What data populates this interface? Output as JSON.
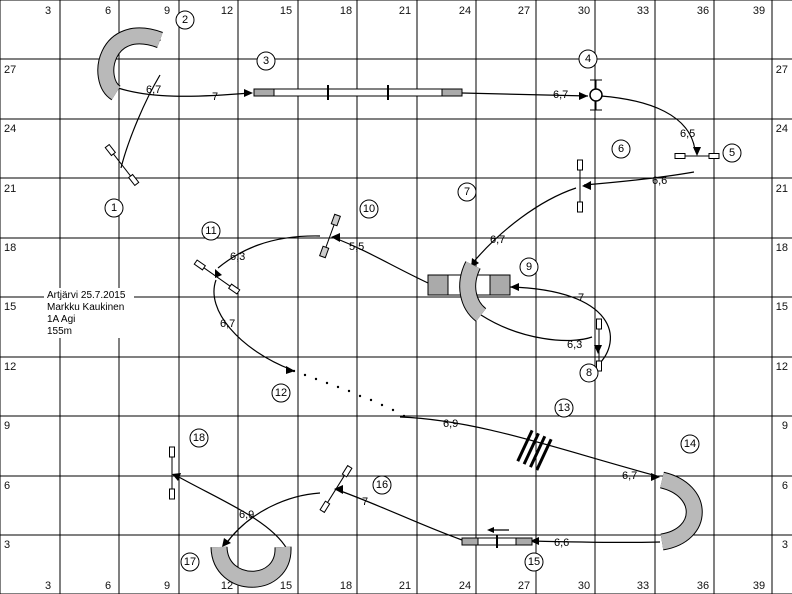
{
  "grid": {
    "x_top": [
      "3",
      "6",
      "9",
      "12",
      "15",
      "18",
      "21",
      "24",
      "27",
      "30",
      "33",
      "36",
      "39"
    ],
    "x_bottom": [
      "3",
      "6",
      "9",
      "12",
      "15",
      "18",
      "21",
      "24",
      "27",
      "30",
      "33",
      "36",
      "39"
    ],
    "y_left": [
      "27",
      "24",
      "21",
      "18",
      "15",
      "12",
      "9",
      "6",
      "3"
    ],
    "y_right": [
      "27",
      "24",
      "21",
      "18",
      "15",
      "12",
      "9",
      "6",
      "3"
    ]
  },
  "info": {
    "line1": "Artjärvi 25.7.2015",
    "line2": "Markku Kaukinen",
    "line3": "1A Agi",
    "line4": "155m"
  },
  "obstacles": [
    {
      "n": "1"
    },
    {
      "n": "2"
    },
    {
      "n": "3"
    },
    {
      "n": "4"
    },
    {
      "n": "5"
    },
    {
      "n": "6"
    },
    {
      "n": "7"
    },
    {
      "n": "8"
    },
    {
      "n": "9"
    },
    {
      "n": "10"
    },
    {
      "n": "11"
    },
    {
      "n": "12"
    },
    {
      "n": "13"
    },
    {
      "n": "14"
    },
    {
      "n": "15"
    },
    {
      "n": "16"
    },
    {
      "n": "17"
    },
    {
      "n": "18"
    }
  ],
  "distances": [
    "6,7",
    "7",
    "6,7",
    "6,5",
    "6,6",
    "6,7",
    "7",
    "6,3",
    "5,5",
    "6,3",
    "6,7",
    "6,9",
    "6,7",
    "6,6",
    "7",
    "6,9"
  ]
}
